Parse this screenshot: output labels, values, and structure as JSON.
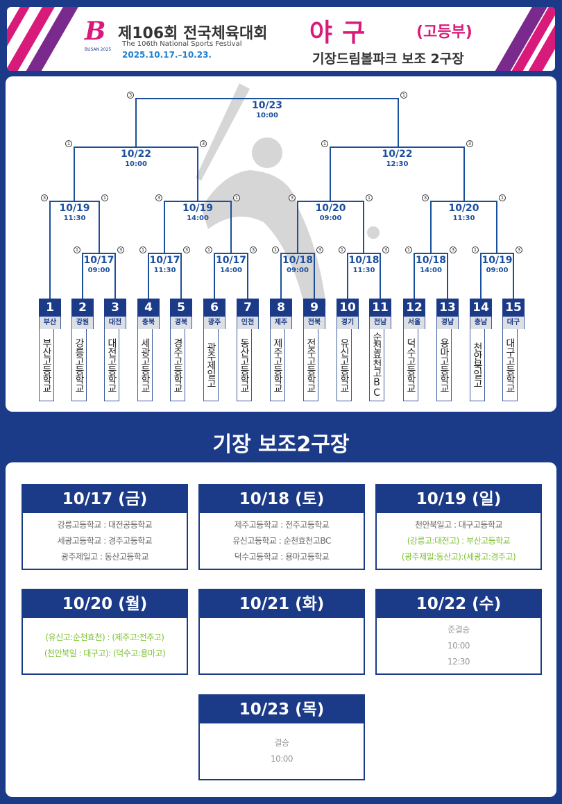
{
  "header": {
    "logo_text": "B",
    "logo_sub": "BUSAN 2025",
    "title_ko": "제106회 전국체육대회",
    "title_en": "The 106th National Sports Festival",
    "dates": "2025.10.17.–10.23.",
    "sport": "야구",
    "division": "(고등부)",
    "venue": "기장드림볼파크 보조 2구장"
  },
  "colors": {
    "navy": "#1b3a87",
    "pink": "#d81b7a",
    "green": "#7cc230",
    "gray_text": "#666666"
  },
  "bracket": {
    "teams": [
      {
        "seed": "1",
        "region": "부산",
        "name": "부산고등학교"
      },
      {
        "seed": "2",
        "region": "강원",
        "name": "강릉고등학교"
      },
      {
        "seed": "3",
        "region": "대전",
        "name": "대전고등학교"
      },
      {
        "seed": "4",
        "region": "충북",
        "name": "세광고등학교"
      },
      {
        "seed": "5",
        "region": "경북",
        "name": "경주고등학교"
      },
      {
        "seed": "6",
        "region": "광주",
        "name": "광주제일고"
      },
      {
        "seed": "7",
        "region": "인천",
        "name": "동산고등학교"
      },
      {
        "seed": "8",
        "region": "제주",
        "name": "제주고등학교"
      },
      {
        "seed": "9",
        "region": "전북",
        "name": "전주고등학교"
      },
      {
        "seed": "10",
        "region": "경기",
        "name": "유신고등학교"
      },
      {
        "seed": "11",
        "region": "전남",
        "name": "순천효천고BC"
      },
      {
        "seed": "12",
        "region": "서울",
        "name": "덕수고등학교"
      },
      {
        "seed": "13",
        "region": "경남",
        "name": "용마고등학교"
      },
      {
        "seed": "14",
        "region": "충남",
        "name": "천안북일고"
      },
      {
        "seed": "15",
        "region": "대구",
        "name": "대구고등학교"
      }
    ],
    "matches": [
      {
        "date": "10/17",
        "time": "09:00",
        "left_mark": "1",
        "right_mark": "3"
      },
      {
        "date": "10/17",
        "time": "11:30",
        "left_mark": "1",
        "right_mark": "3"
      },
      {
        "date": "10/17",
        "time": "14:00",
        "left_mark": "1",
        "right_mark": "3"
      },
      {
        "date": "10/18",
        "time": "09:00",
        "left_mark": "1",
        "right_mark": "3"
      },
      {
        "date": "10/18",
        "time": "11:30",
        "left_mark": "1",
        "right_mark": "3"
      },
      {
        "date": "10/18",
        "time": "14:00",
        "left_mark": "1",
        "right_mark": "3"
      },
      {
        "date": "10/19",
        "time": "09:00",
        "left_mark": "1",
        "right_mark": "3"
      },
      {
        "date": "10/19",
        "time": "11:30",
        "left_mark": "3",
        "right_mark": "1"
      },
      {
        "date": "10/19",
        "time": "14:00",
        "left_mark": "3",
        "right_mark": "1"
      },
      {
        "date": "10/20",
        "time": "09:00",
        "left_mark": "3",
        "right_mark": "1"
      },
      {
        "date": "10/20",
        "time": "11:30",
        "left_mark": "3",
        "right_mark": "1"
      },
      {
        "date": "10/22",
        "time": "10:00",
        "left_mark": "1",
        "right_mark": "3"
      },
      {
        "date": "10/22",
        "time": "12:30",
        "left_mark": "1",
        "right_mark": "3"
      },
      {
        "date": "10/23",
        "time": "10:00",
        "left_mark": "3",
        "right_mark": "1"
      }
    ]
  },
  "schedule": {
    "title": "기장 보조2구장",
    "days": [
      {
        "header": "10/17 (금)",
        "lines": [
          {
            "text": "강릉고등학교 : 대전공등학교",
            "color": "#666666"
          },
          {
            "text": "세광고등학교 : 경주고등학교",
            "color": "#666666"
          },
          {
            "text": "광주제일고 : 동산고등학교",
            "color": "#666666"
          }
        ]
      },
      {
        "header": "10/18 (토)",
        "lines": [
          {
            "text": "제주고등학교 : 전주고등학교",
            "color": "#666666"
          },
          {
            "text": "유신고등학교 : 순천효천고BC",
            "color": "#666666"
          },
          {
            "text": "덕수고등학교 : 용마고등학교",
            "color": "#666666"
          }
        ]
      },
      {
        "header": "10/19 (일)",
        "lines": [
          {
            "text": "천안북일고 : 대구고등학교",
            "color": "#666666"
          },
          {
            "text": "(강릉고:대전고) : 부산고등학교",
            "color": "#7cc230"
          },
          {
            "text": "(광주제일:동산고):(세광고:경주고)",
            "color": "#7cc230"
          }
        ]
      },
      {
        "header": "10/20 (월)",
        "lines": [
          {
            "text": "(유신고:순천효천) : (제주고:전주고)",
            "color": "#7cc230"
          },
          {
            "text": "(천안북일 : 대구고): (덕수고:용마고)",
            "color": "#7cc230"
          }
        ]
      },
      {
        "header": "10/21 (화)",
        "lines": []
      },
      {
        "header": "10/22 (수)",
        "lines": [
          {
            "text": "준결승",
            "color": "#999999"
          },
          {
            "text": "10:00",
            "color": "#999999"
          },
          {
            "text": "12:30",
            "color": "#999999"
          }
        ]
      },
      {
        "header": "10/23 (목)",
        "lines": [
          {
            "text": "결승",
            "color": "#999999"
          },
          {
            "text": "10:00",
            "color": "#999999"
          }
        ]
      }
    ]
  }
}
